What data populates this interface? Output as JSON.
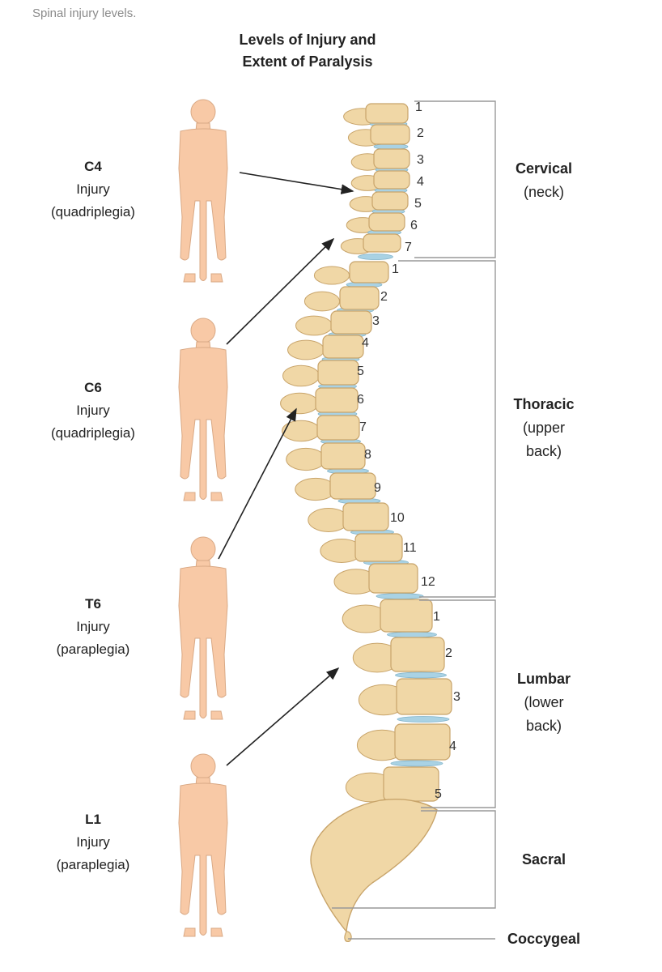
{
  "caption": "Spinal injury levels.",
  "title": {
    "line1": "Levels of Injury and",
    "line2": "Extent of Paralysis"
  },
  "injuries": [
    {
      "code": "C4",
      "word": "Injury",
      "type": "(quadriplegia)"
    },
    {
      "code": "C6",
      "word": "Injury",
      "type": "(quadriplegia)"
    },
    {
      "code": "T6",
      "word": "Injury",
      "type": "(paraplegia)"
    },
    {
      "code": "L1",
      "word": "Injury",
      "type": "(paraplegia)"
    }
  ],
  "regions": {
    "cervical": {
      "name": "Cervical",
      "desc": [
        "(neck)"
      ]
    },
    "thoracic": {
      "name": "Thoracic",
      "desc": [
        "(upper",
        "back)"
      ]
    },
    "lumbar": {
      "name": "Lumbar",
      "desc": [
        "(lower",
        "back)"
      ]
    },
    "sacral": {
      "name": "Sacral",
      "desc": []
    },
    "coccygeal": {
      "name": "Coccygeal",
      "desc": []
    }
  },
  "vertebra_numbers": {
    "cervical": [
      "1",
      "2",
      "3",
      "4",
      "5",
      "6",
      "7"
    ],
    "thoracic": [
      "1",
      "2",
      "3",
      "4",
      "5",
      "6",
      "7",
      "8",
      "9",
      "10",
      "11",
      "12"
    ],
    "lumbar": [
      "1",
      "2",
      "3",
      "4",
      "5"
    ]
  },
  "colors": {
    "skin": "#f8c9a6",
    "paralysis": "#b98fc2",
    "bone": "#f0d7a6",
    "bone_edge": "#c8a46a",
    "disc": "#a9d2e4",
    "bracket": "#999999"
  }
}
